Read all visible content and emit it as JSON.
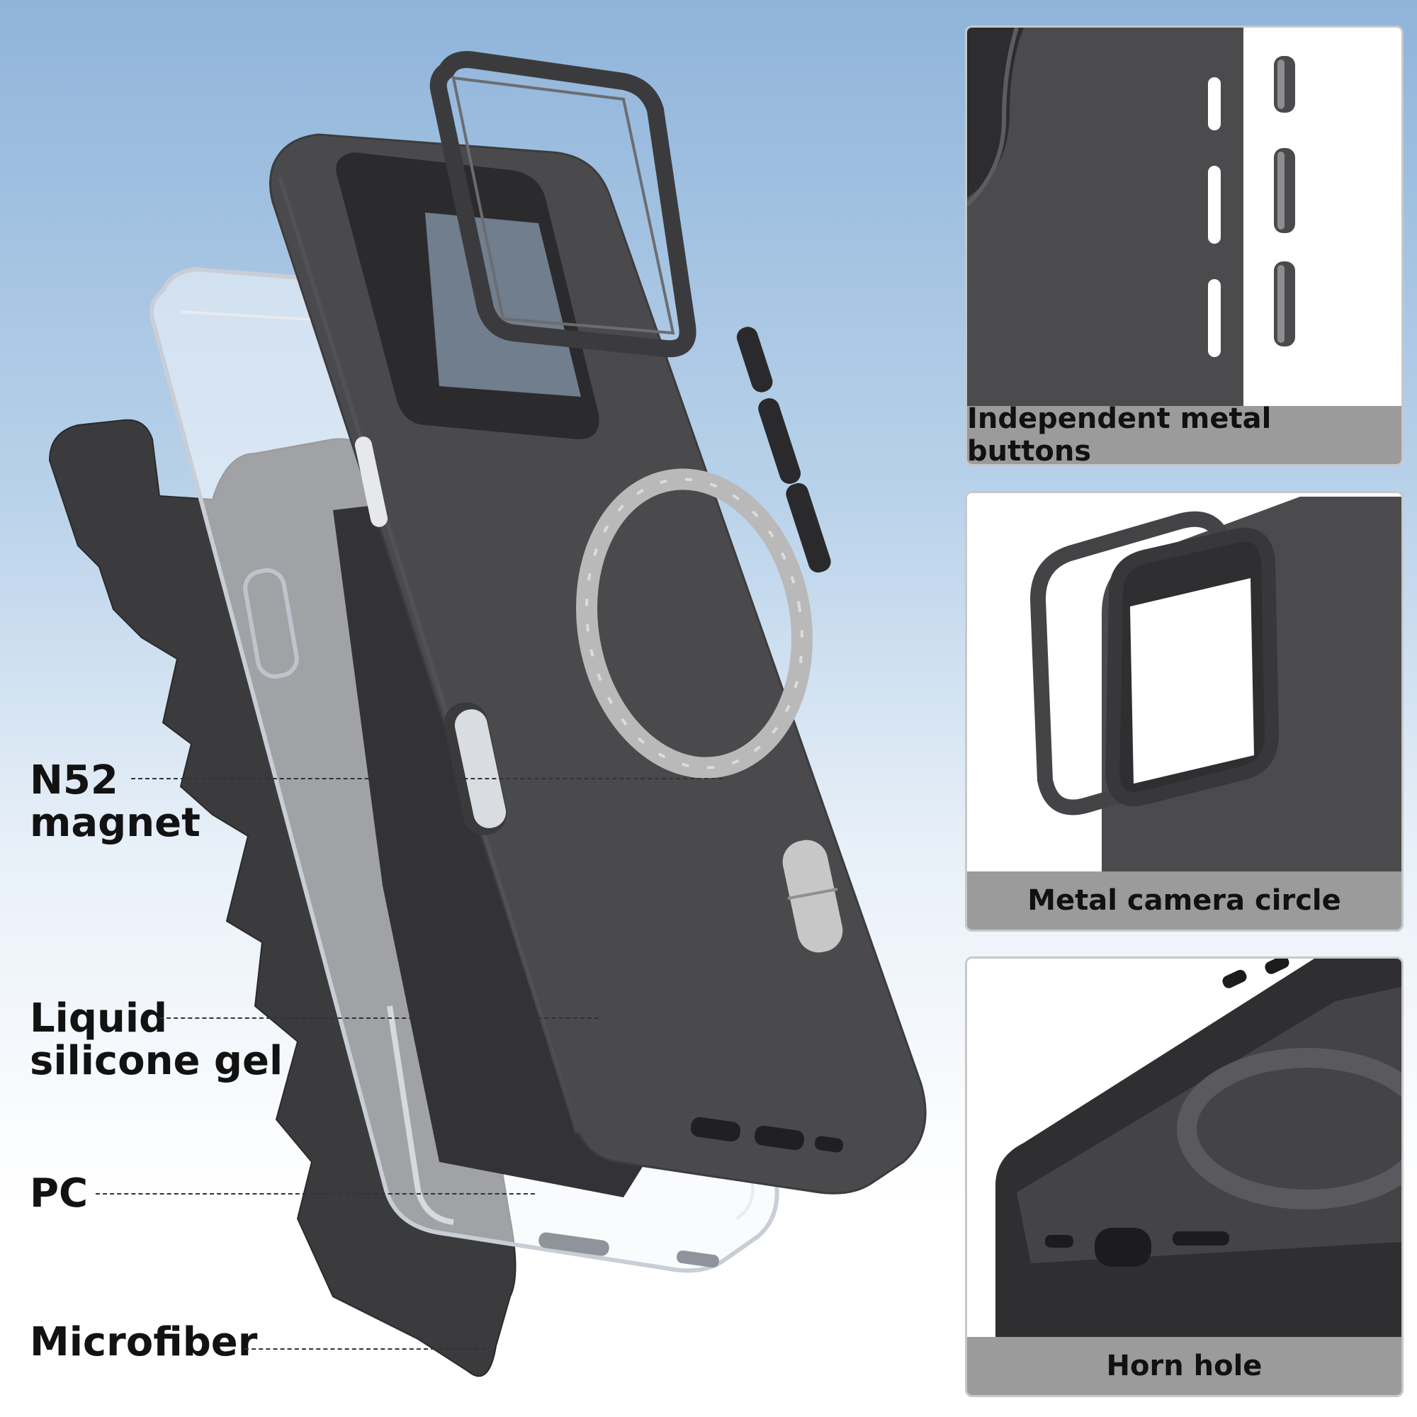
{
  "callouts": {
    "n52": {
      "line1": "N52",
      "line2": "magnet"
    },
    "liquid": {
      "line1": "Liquid",
      "line2": "silicone gel"
    },
    "pc": {
      "line1": "PC"
    },
    "microfiber": {
      "line1": "Microfiber"
    }
  },
  "panels": {
    "buttons": {
      "caption": "Independent metal buttons"
    },
    "camera": {
      "caption": "Metal camera circle"
    },
    "horn": {
      "caption": "Horn hole"
    }
  },
  "colors": {
    "case_dark": "#3e3e40",
    "case_mid": "#4a4a4c",
    "metal": "#6a6a6e",
    "ring": "#b9b9b9",
    "caption_bg": "#9b9b9b"
  }
}
